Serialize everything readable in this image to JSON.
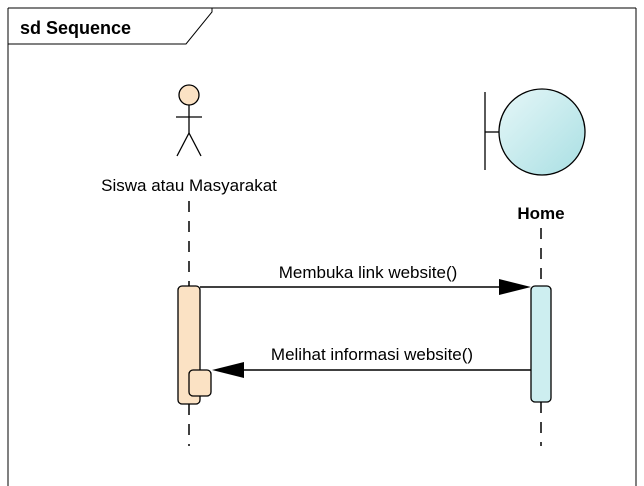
{
  "frame": {
    "title": "sd Sequence"
  },
  "lifelines": {
    "actor": {
      "name": "Siswa atau Masyarakat",
      "kind": "actor",
      "head_color": "#fbe2c4",
      "activation_color": "#fbe2c4"
    },
    "boundary": {
      "name": "Home",
      "kind": "boundary",
      "fill_color": "#bde8ea",
      "activation_color": "#cdeef0"
    }
  },
  "messages": [
    {
      "label": "Membuka link website()",
      "from": "Siswa atau Masyarakat",
      "to": "Home",
      "type": "synchronous"
    },
    {
      "label": "Melihat informasi website()",
      "from": "Home",
      "to": "Siswa atau Masyarakat",
      "type": "synchronous"
    }
  ],
  "colors": {
    "line": "#000000",
    "background": "#ffffff"
  }
}
